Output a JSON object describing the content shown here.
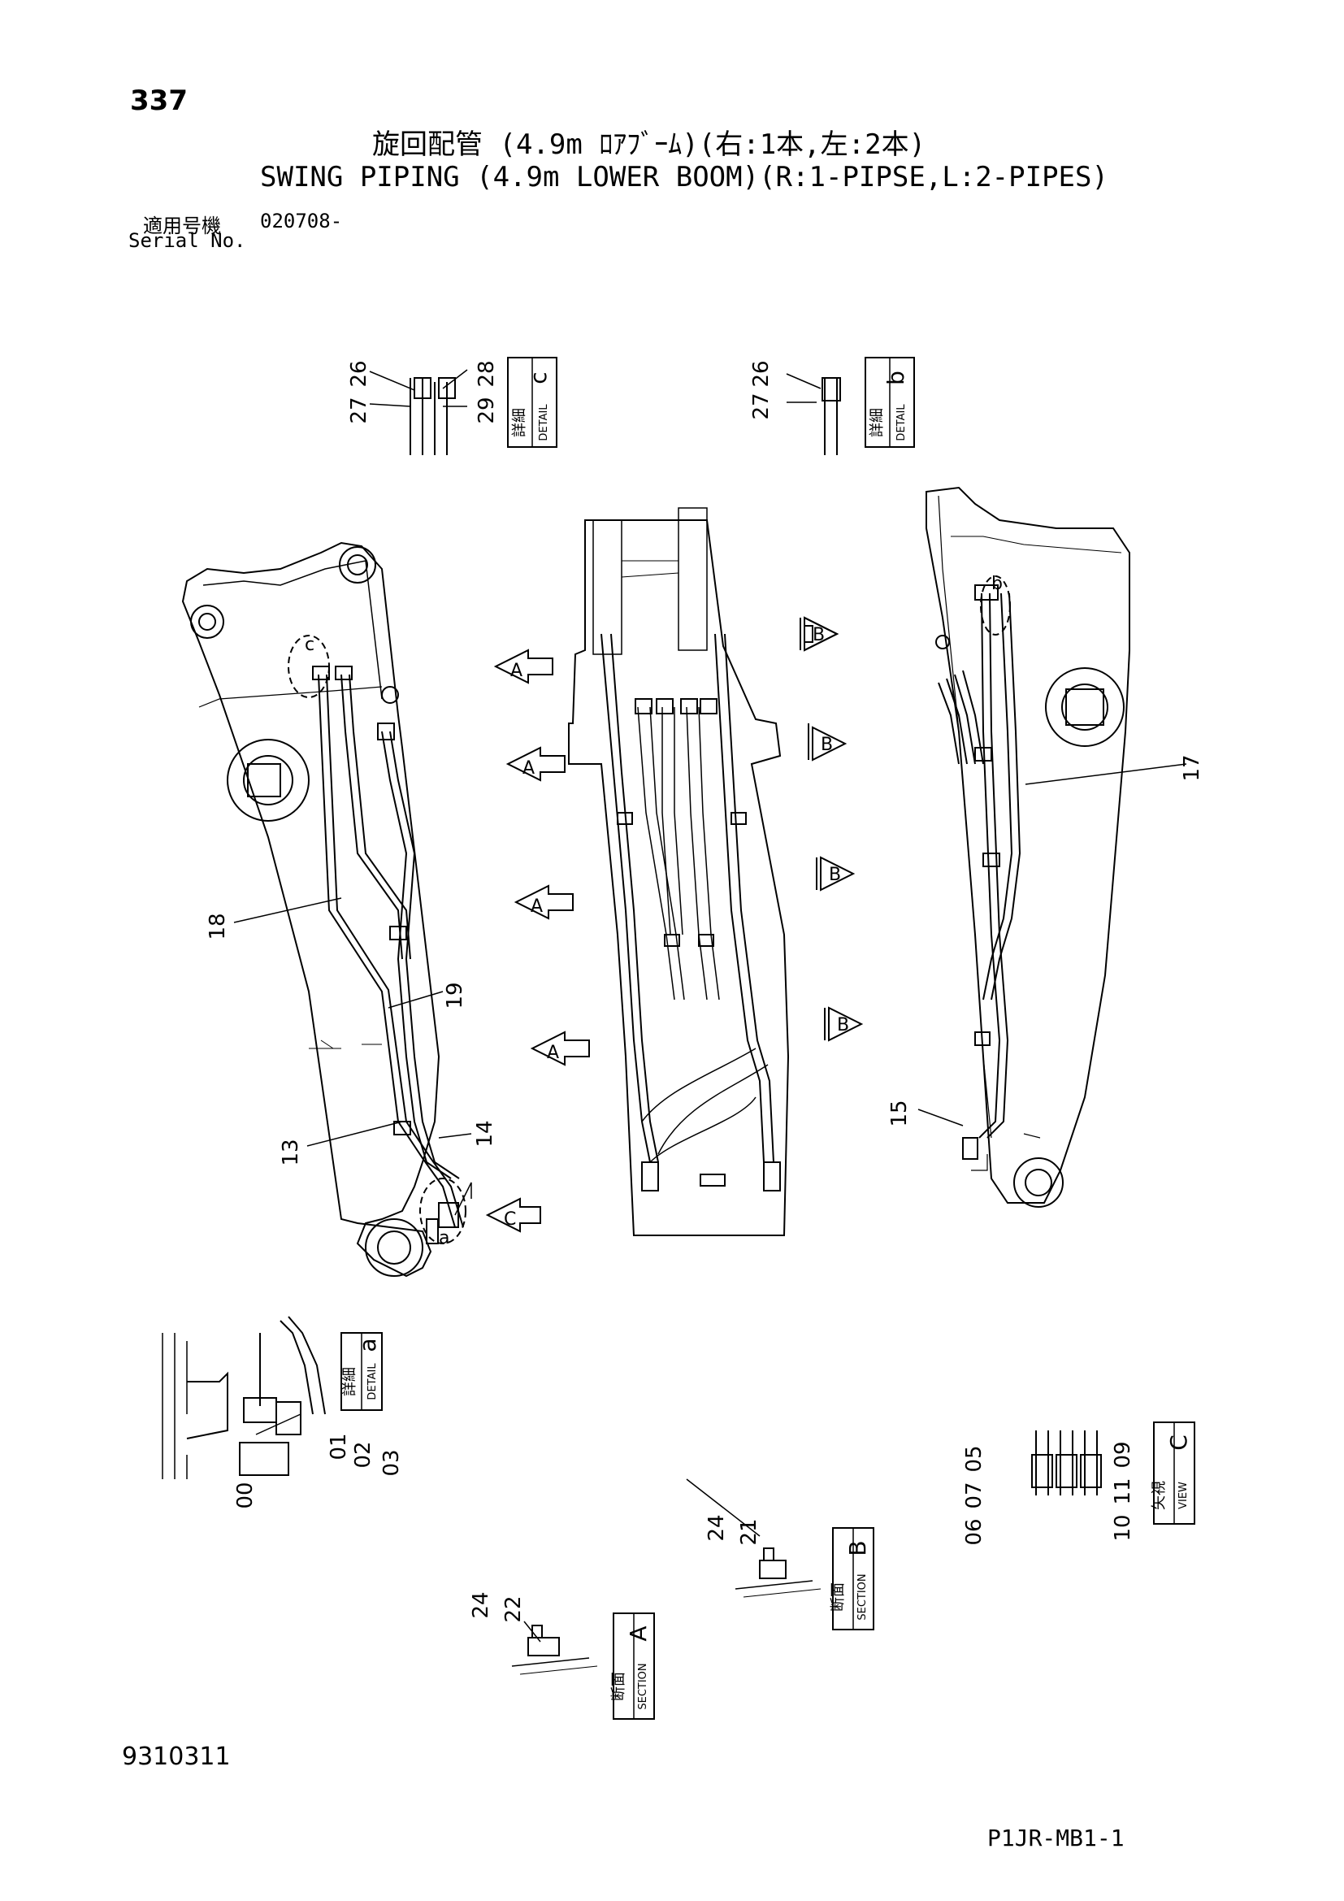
{
  "header": {
    "page_number": "337",
    "title_jp": "旋回配管 (4.9m ﾛｱﾌﾞｰﾑ)(右:1本,左:2本)",
    "title_en": "SWING PIPING (4.9m LOWER BOOM)(R:1-PIPSE,L:2-PIPES)",
    "serial_label_jp": "適用号機",
    "serial_value": "020708-",
    "serial_label_en": "Serial No."
  },
  "footer": {
    "doc_number": "9310311",
    "page_code": "P1JR-MB1-1"
  },
  "boxes": {
    "detail_c": {
      "jp": "詳細",
      "en": "DETAIL",
      "letter": "c"
    },
    "detail_b": {
      "jp": "詳細",
      "en": "DETAIL",
      "letter": "b"
    },
    "detail_a": {
      "jp": "詳細",
      "en": "DETAIL",
      "letter": "a"
    },
    "view_c": {
      "jp": "矢視",
      "en": "VIEW",
      "letter": "C"
    },
    "section_b": {
      "jp": "断面",
      "en": "SECTION",
      "letter": "B"
    },
    "section_a": {
      "jp": "断面",
      "en": "SECTION",
      "letter": "A"
    }
  },
  "callouts": {
    "c_26": "26",
    "c_27": "27",
    "c_28": "28",
    "c_29": "29",
    "b_26": "26",
    "b_27": "27",
    "p17": "17",
    "p18": "18",
    "p19": "19",
    "p13": "13",
    "p14": "14",
    "p15": "15",
    "a_00": "00",
    "a_01": "01",
    "a_02": "02",
    "a_03": "03",
    "v_05": "05",
    "v_07": "07",
    "v_06": "06",
    "v_09": "09",
    "v_11": "11",
    "v_10": "10",
    "sb_24": "24",
    "sb_21": "21",
    "sa_24": "24",
    "sa_22": "22",
    "dash": "-"
  },
  "markers": {
    "A": "A",
    "B": "B",
    "C": "C",
    "a": "a",
    "b": "b",
    "c": "c"
  }
}
